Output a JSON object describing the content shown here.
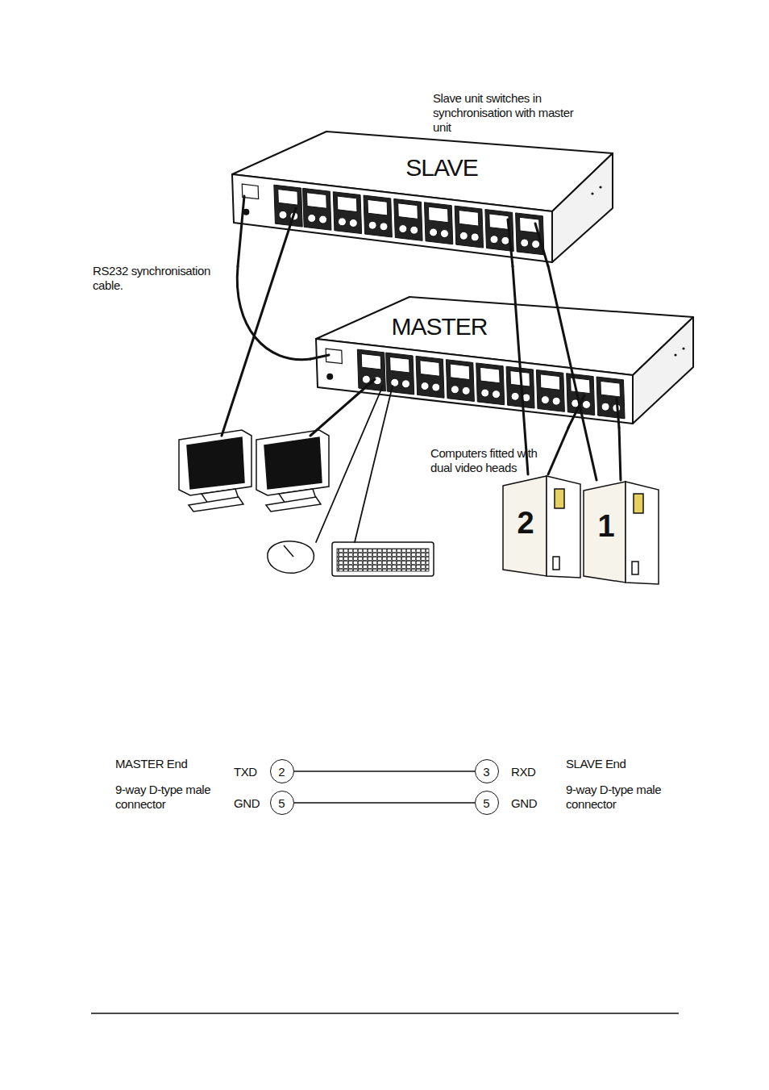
{
  "diagram": {
    "nodes": [
      {
        "text": [
          "SLAVE"
        ]
      },
      {
        "text": [
          "MASTER"
        ]
      },
      {
        "text": [
          "2"
        ]
      },
      {
        "text": [
          "1"
        ]
      },
      {
        "text": [
          "2"
        ]
      },
      {
        "text": [
          "5"
        ]
      },
      {
        "text": [
          "3"
        ]
      },
      {
        "text": [
          "5"
        ]
      }
    ],
    "edges": [
      {
        "from": 1,
        "to": 0,
        "arrow": "none"
      },
      {
        "from": 0,
        "to": 2,
        "arrow": "none"
      },
      {
        "from": 0,
        "to": 3,
        "arrow": "none"
      },
      {
        "from": 1,
        "to": 2,
        "arrow": "none"
      },
      {
        "from": 1,
        "to": 3,
        "arrow": "none"
      },
      {
        "from": 4,
        "to": 6,
        "arrow": "none"
      },
      {
        "from": 5,
        "to": 7,
        "arrow": "none"
      }
    ],
    "labels": [
      "Slave unit switches in synchronisation with master unit",
      "RS232 synchronisation cable.",
      "Computers fitted with dual video heads",
      "MASTER End",
      "9-way D-type male connector",
      "TXD",
      "GND",
      "RXD",
      "GND",
      "SLAVE End",
      "9-way D-type male connector"
    ]
  }
}
